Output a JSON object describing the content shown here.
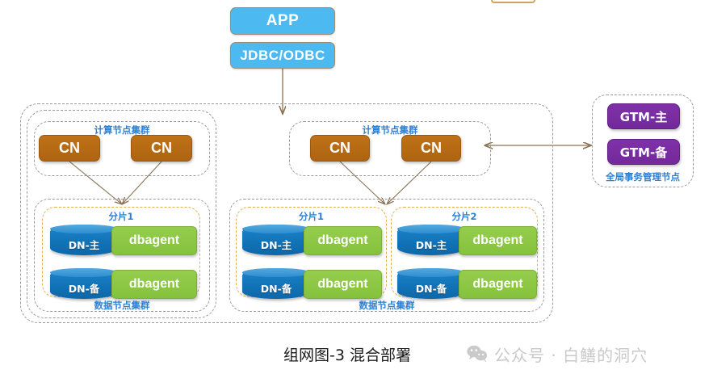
{
  "diagram": {
    "caption": "组网图-3 混合部署",
    "colors": {
      "app_blue": "#4cb9f0",
      "cn_orange": "#b5681a",
      "dn_blue": "#1273b8",
      "dbagent_green": "#8dc63f",
      "gtm_purple": "#7a2da0",
      "label_blue": "#2f7fd0",
      "dashed_gray": "#9a9a9a",
      "dashed_orange": "#e0ae4a"
    },
    "top": {
      "app_label": "APP",
      "driver_label": "JDBC/ODBC"
    },
    "left_group": {
      "compute_cluster_label": "计算节点集群",
      "compute_nodes": [
        "CN",
        "CN"
      ],
      "data_cluster_label": "数据节点集群",
      "shards": [
        {
          "label": "分片1",
          "nodes": [
            {
              "dn": "DN-主",
              "agent": "dbagent"
            },
            {
              "dn": "DN-备",
              "agent": "dbagent"
            }
          ]
        }
      ]
    },
    "middle_group": {
      "compute_cluster_label": "计算节点集群",
      "compute_nodes": [
        "CN",
        "CN"
      ],
      "data_cluster_label": "数据节点集群",
      "shards": [
        {
          "label": "分片1",
          "nodes": [
            {
              "dn": "DN-主",
              "agent": "dbagent"
            },
            {
              "dn": "DN-备",
              "agent": "dbagent"
            }
          ]
        },
        {
          "label": "分片2",
          "nodes": [
            {
              "dn": "DN-主",
              "agent": "dbagent"
            },
            {
              "dn": "DN-备",
              "agent": "dbagent"
            }
          ]
        }
      ]
    },
    "gtm_group": {
      "label": "全局事务管理节点",
      "nodes": [
        "GTM-主",
        "GTM-备"
      ]
    },
    "watermark": {
      "icon": "wechat-icon",
      "text": "公众号 · 白鳝的洞穴"
    }
  }
}
